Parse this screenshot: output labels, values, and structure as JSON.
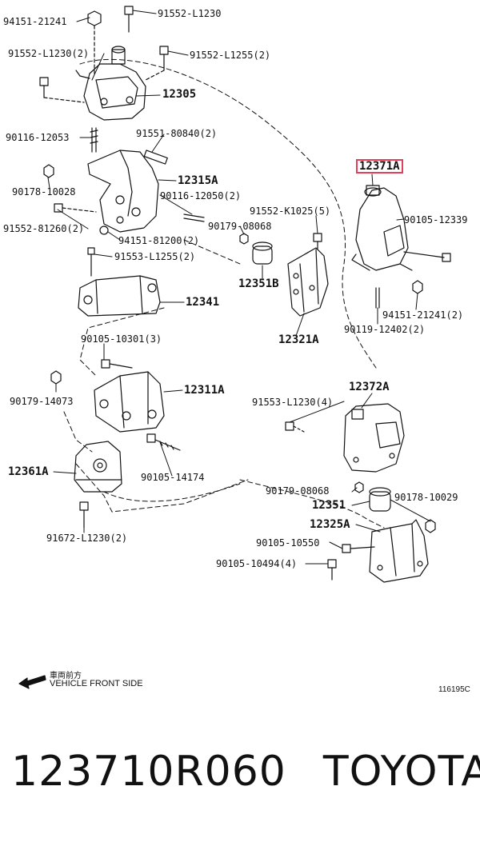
{
  "labels": {
    "p94151_21241_top": "94151-21241",
    "p91552_L1230": "91552-L1230",
    "p91552_L1230_2": "91552-L1230(2)",
    "p91552_L1255_2a": "91552-L1255(2)",
    "p12305": "12305",
    "p90116_12053": "90116-12053",
    "p91551_80840_2": "91551-80840(2)",
    "p12315A": "12315A",
    "p90178_10028": "90178-10028",
    "p90116_12050_2": "90116-12050(2)",
    "p91552_81260_2": "91552-81260(2)",
    "p94151_81200_2": "94151-81200(2)",
    "p91553_L1255_2": "91553-L1255(2)",
    "p12341": "12341",
    "p90105_10301_3": "90105-10301(3)",
    "p90179_14073": "90179-14073",
    "p12311A": "12311A",
    "p12361A": "12361A",
    "p90105_14174": "90105-14174",
    "p91672_L1230_2": "91672-L1230(2)",
    "p12371A": "12371A",
    "p91552_K1025_5": "91552-K1025(5)",
    "p90105_12339": "90105-12339",
    "p90179_08068_a": "90179-08068",
    "p12351B": "12351B",
    "p12321A": "12321A",
    "p94151_21241_2": "94151-21241(2)",
    "p90119_12402_2": "90119-12402(2)",
    "p12372A": "12372A",
    "p91553_L1230_4": "91553-L1230(4)",
    "p90179_08068_b": "90179-08068",
    "p90178_10029": "90178-10029",
    "p12351": "12351",
    "p12325A": "12325A",
    "p90105_10550": "90105-10550",
    "p90105_10494_4": "90105-10494(4)"
  },
  "front": {
    "japanese": "車両前方",
    "english": "VEHICLE FRONT SIDE"
  },
  "diagram_code": "116195C",
  "title": {
    "part_number": "123710R060",
    "brand": "TOYOTA"
  }
}
